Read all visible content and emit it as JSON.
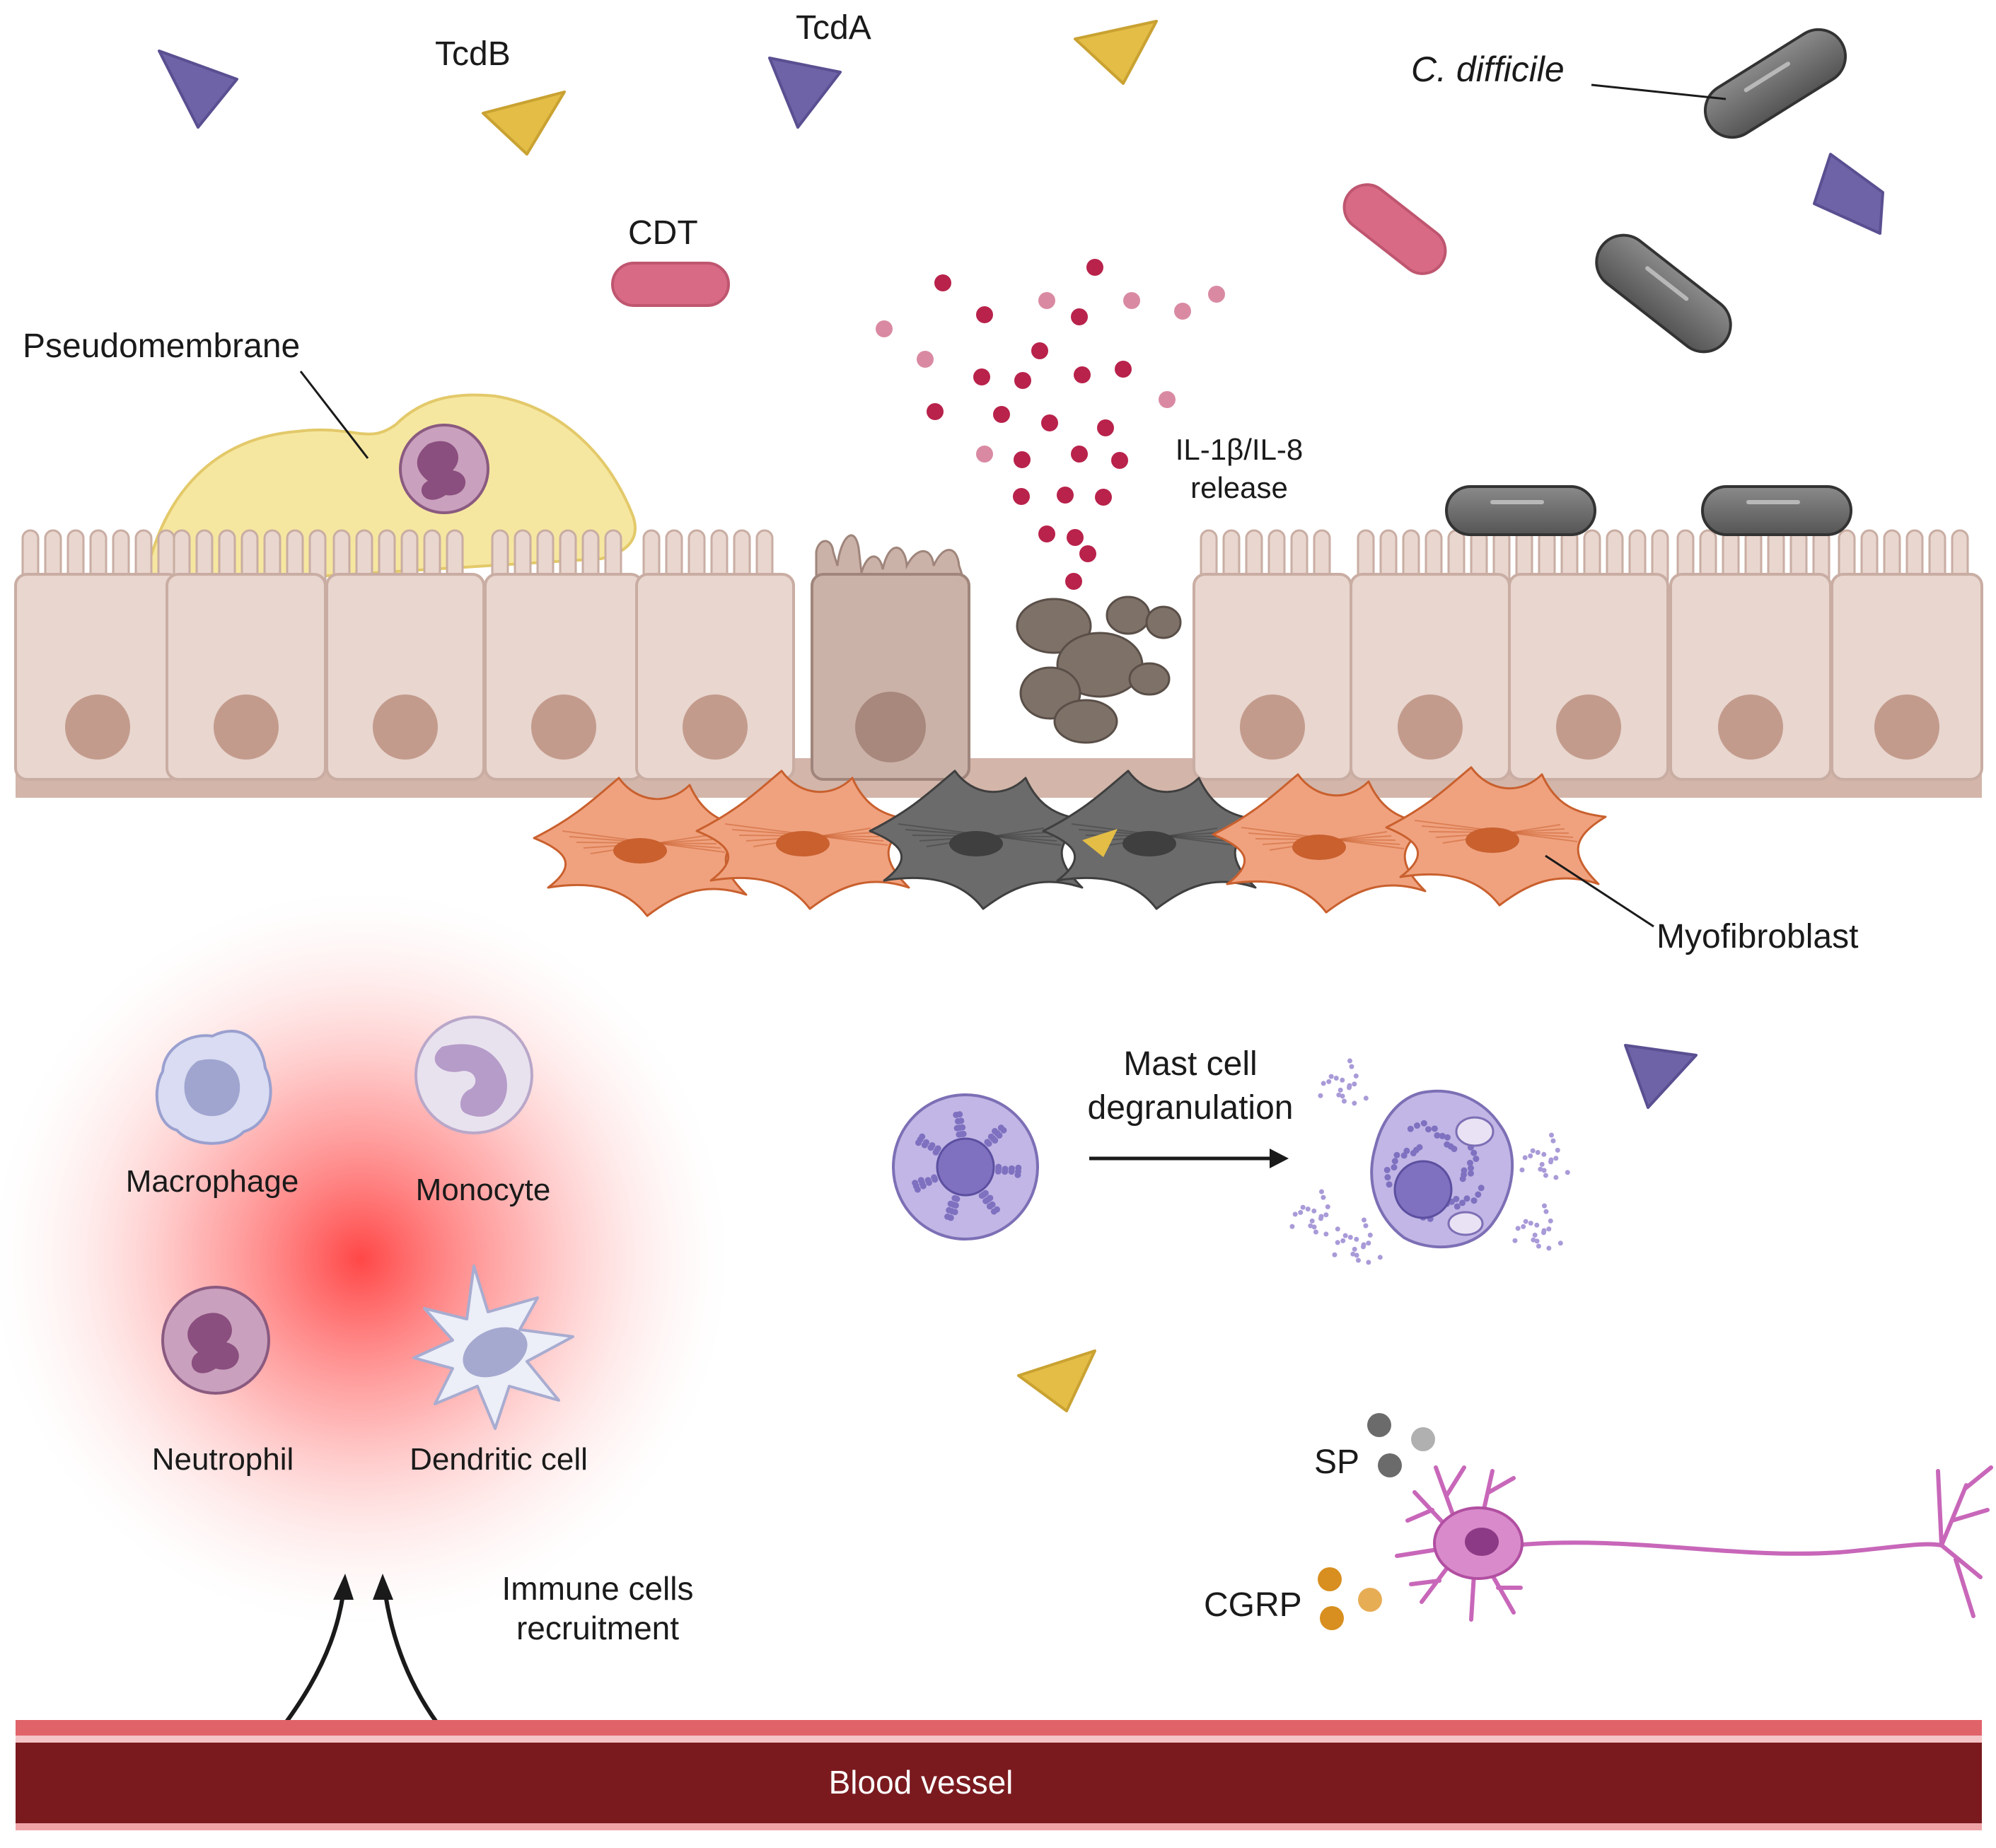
{
  "labels": {
    "tcdb": "TcdB",
    "tcda": "TcdA",
    "cdific": "C. difficile",
    "cdt": "CDT",
    "pseudomembrane": "Pseudomembrane",
    "il_line1": "IL-1β/IL-8",
    "il_line2": "release",
    "myofibroblast": "Myofibroblast",
    "mast_line1": "Mast cell",
    "mast_line2": "degranulation",
    "macrophage": "Macrophage",
    "monocyte": "Monocyte",
    "neutrophil": "Neutrophil",
    "dendritic": "Dendritic cell",
    "sp": "SP",
    "cgrp": "CGRP",
    "immune_line1": "Immune cells",
    "immune_line2": "recruitment",
    "blood_vessel": "Blood vessel"
  },
  "colors": {
    "tcda": "#6f63a8",
    "tcdb": "#e3bd45",
    "cdt": "#d96a86",
    "bacteria": "#6b6b6b",
    "epithelium": "#e8d6cf",
    "epithelium_border": "#c9ada3",
    "nucleus": "#c39b8c",
    "basement": "#d3b5a9",
    "pseudomembrane": "#f6e7a0",
    "myofibroblast": "#f0a27f",
    "cytokine": "#b8224b",
    "mast_cell": "#b8ade0",
    "neuron": "#c867b9",
    "inflammation": "#ff4a4a",
    "blood_vessel": "#7a1a1f"
  }
}
